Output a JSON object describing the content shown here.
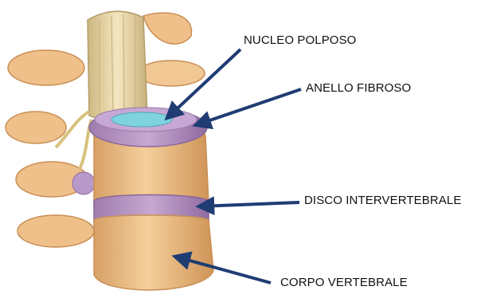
{
  "labels": {
    "nucleus": "NUCLEO POLPOSO",
    "annulus": "ANELLO FIBROSO",
    "disc": "DISCO INTERVERTEBRALE",
    "body": "CORPO VERTEBRALE"
  },
  "colors": {
    "arrow": "#1f3c73",
    "bone": "#f1c28a",
    "bone_shadow": "#d79a5a",
    "disc": "#b796c4",
    "nucleus": "#7fd3df",
    "cord": "#e9d7a4",
    "nerve": "#e6d48a"
  },
  "icons": [
    "arrow-icon"
  ]
}
